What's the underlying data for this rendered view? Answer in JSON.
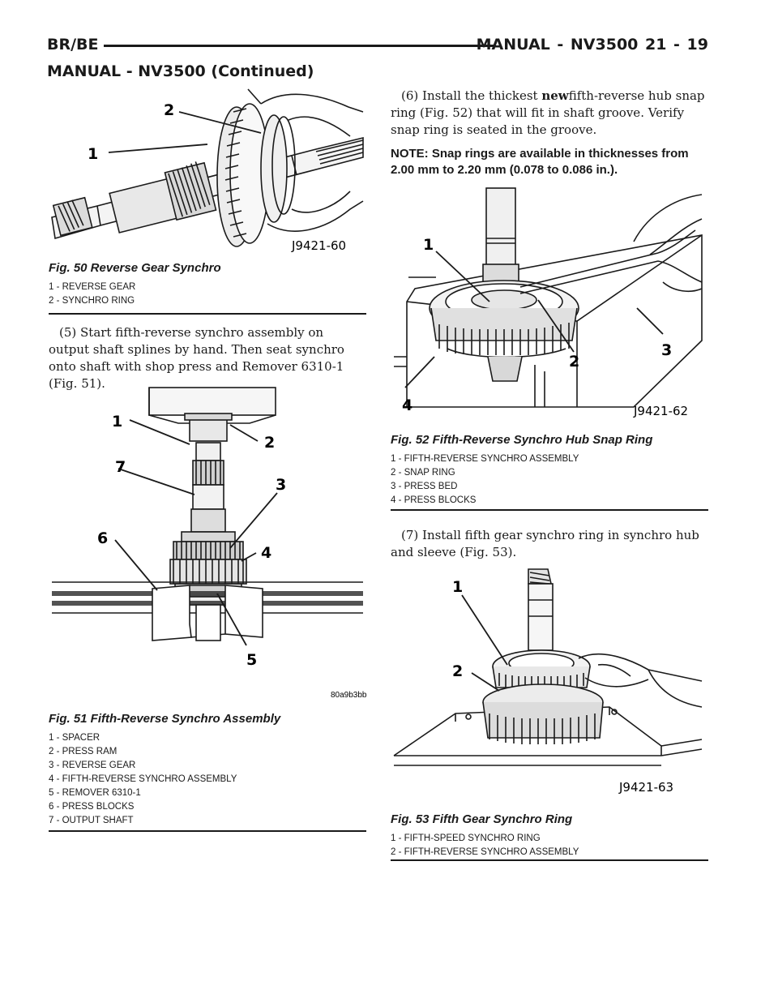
{
  "header": {
    "left": "BR/BE",
    "right": "MANUAL - NV3500    21 - 19",
    "subtitle": "MANUAL - NV3500 (Continued)"
  },
  "fig50": {
    "tag": "J9421-60",
    "callouts": [
      "1",
      "2"
    ],
    "title": "Fig. 50 Reverse Gear Synchro",
    "items": [
      "1 - REVERSE GEAR",
      "2 - SYNCHRO RING"
    ]
  },
  "step5": "(5) Start fifth-reverse synchro assembly on output shaft splines by hand. Then seat synchro onto shaft with shop press and Remover 6310-1 (Fig. 51).",
  "fig51": {
    "tag": "80a9b3bb",
    "callouts": [
      "1",
      "2",
      "7",
      "3",
      "6",
      "4",
      "5"
    ],
    "title": "Fig. 51 Fifth-Reverse Synchro Assembly",
    "items": [
      "1 - SPACER",
      "2 - PRESS RAM",
      "3 - REVERSE GEAR",
      "4 - FIFTH-REVERSE SYNCHRO ASSEMBLY",
      "5 - REMOVER 6310-1",
      "6 - PRESS BLOCKS",
      "7 - OUTPUT SHAFT"
    ]
  },
  "step6": {
    "before": "(6) Install the thickest ",
    "bold": "new",
    "after": "fifth-reverse hub snap ring (Fig. 52) that will fit in shaft groove. Verify snap ring is seated in the groove."
  },
  "note": "NOTE: Snap rings are available in thicknesses from 2.00 mm to 2.20 mm (0.078 to 0.086 in.).",
  "fig52": {
    "tag": "J9421-62",
    "callouts": [
      "1",
      "2",
      "3",
      "4"
    ],
    "title": "Fig. 52 Fifth-Reverse Synchro Hub Snap Ring",
    "items": [
      "1 - FIFTH-REVERSE SYNCHRO ASSEMBLY",
      "2 - SNAP RING",
      "3 - PRESS BED",
      "4 - PRESS BLOCKS"
    ]
  },
  "step7": "(7) Install fifth gear synchro ring in synchro hub and sleeve (Fig. 53).",
  "fig53": {
    "tag": "J9421-63",
    "callouts": [
      "1",
      "2"
    ],
    "title": "Fig. 53 Fifth Gear Synchro Ring",
    "items": [
      "1 - FIFTH-SPEED SYNCHRO RING",
      "2 - FIFTH-REVERSE SYNCHRO ASSEMBLY"
    ]
  }
}
